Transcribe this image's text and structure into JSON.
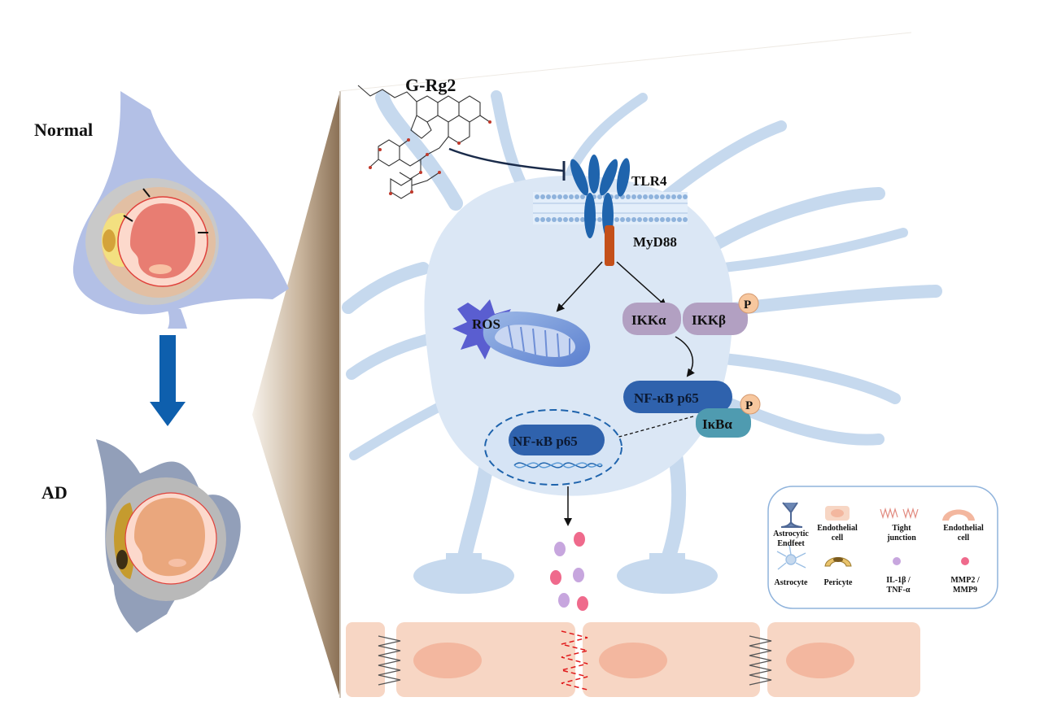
{
  "panels": {
    "normal_label": "Normal",
    "ad_label": "AD"
  },
  "compound": {
    "name": "G-Rg2"
  },
  "receptor": {
    "tlr4": "TLR4",
    "myd88": "MyD88"
  },
  "pathway": {
    "ros": "ROS",
    "ikk_alpha": "IKKα",
    "ikk_beta": "IKKβ",
    "phospho": "P",
    "nfkb": "NF-κB p65",
    "ikb_alpha": "IκBα",
    "nfkb_nuclear": "NF-κB p65"
  },
  "legend": {
    "items": [
      {
        "line1": "Astrocytic",
        "line2": "Endfeet"
      },
      {
        "line1": "Endothelial",
        "line2": "cell"
      },
      {
        "line1": "Tight",
        "line2": "junction"
      },
      {
        "line1": "Endothelial",
        "line2": "cell"
      },
      {
        "line1": "Astrocyte",
        "line2": ""
      },
      {
        "line1": "Pericyte",
        "line2": ""
      },
      {
        "line1": "IL-1β /",
        "line2": "TNF-α"
      },
      {
        "line1": "MMP2 /",
        "line2": "MMP9"
      }
    ]
  },
  "colors": {
    "astrocyte": "#dbe7f5",
    "astrocyte_process": "#c6d9ee",
    "receptor_blue": "#1f64ad",
    "myd88": "#c4501a",
    "ikk": "#b2a0c2",
    "nfkb": "#2f62ad",
    "ikb": "#4f9bb0",
    "phospho": "#f7c79e",
    "endothelial": "#f7d6c4",
    "il1b": "#c7a6de",
    "mmp": "#ef6a8c",
    "arrow_blue": "#0e5fad"
  }
}
